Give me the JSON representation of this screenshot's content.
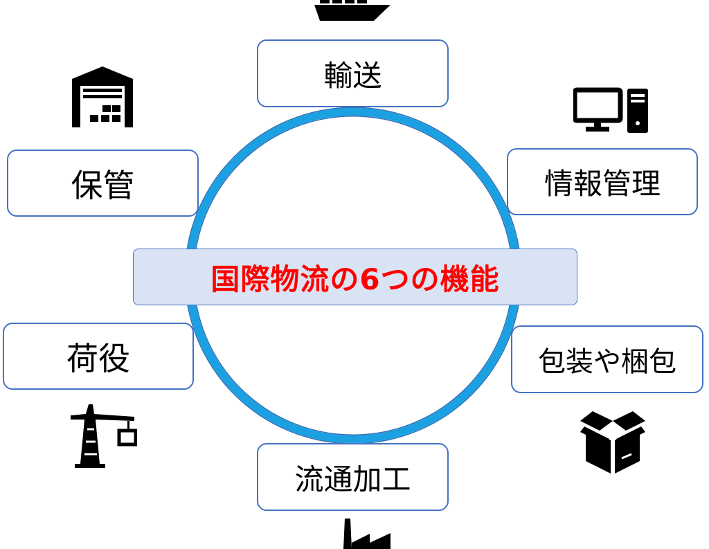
{
  "title": "国際物流の6つの機能",
  "functions": {
    "transport": "輸送",
    "storage": "保管",
    "information": "情報管理",
    "cargo_handling": "荷役",
    "packaging": "包装や梱包",
    "processing": "流通加工"
  },
  "colors": {
    "title_text": "#ff0000",
    "circle": "#1ba1e2",
    "box_border": "#4472c4",
    "title_fill": "#dae3f3"
  }
}
